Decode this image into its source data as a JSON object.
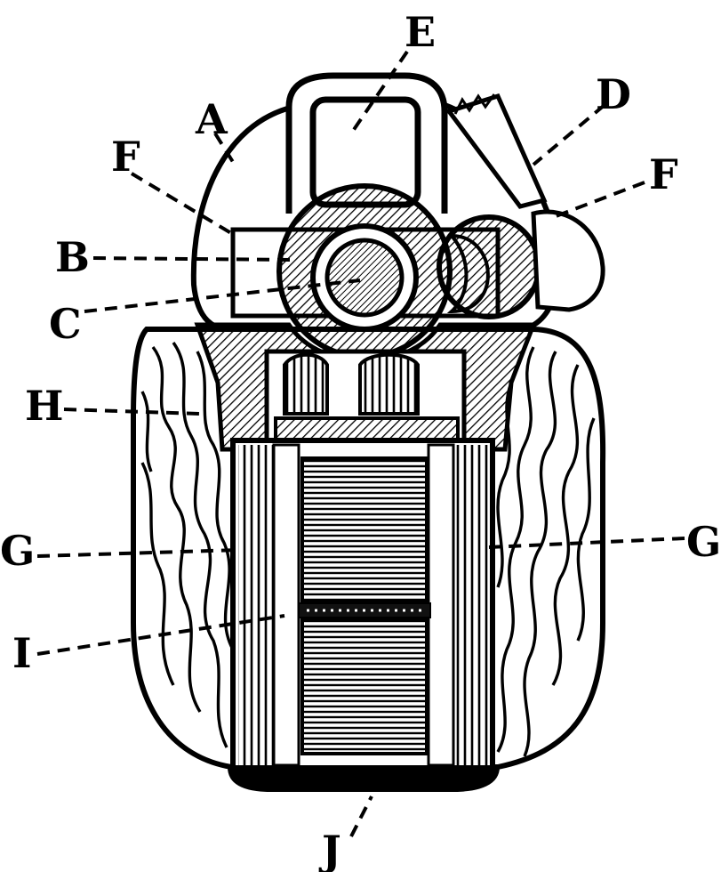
{
  "diagram": {
    "labels": {
      "A": "A",
      "B": "B",
      "C": "C",
      "D": "D",
      "E": "E",
      "F_left": "F",
      "F_right": "F",
      "G_left": "G",
      "G_right": "G",
      "H": "H",
      "I": "I",
      "J": "J"
    }
  },
  "colors": {
    "ink": "#000000",
    "paper": "#ffffff"
  }
}
